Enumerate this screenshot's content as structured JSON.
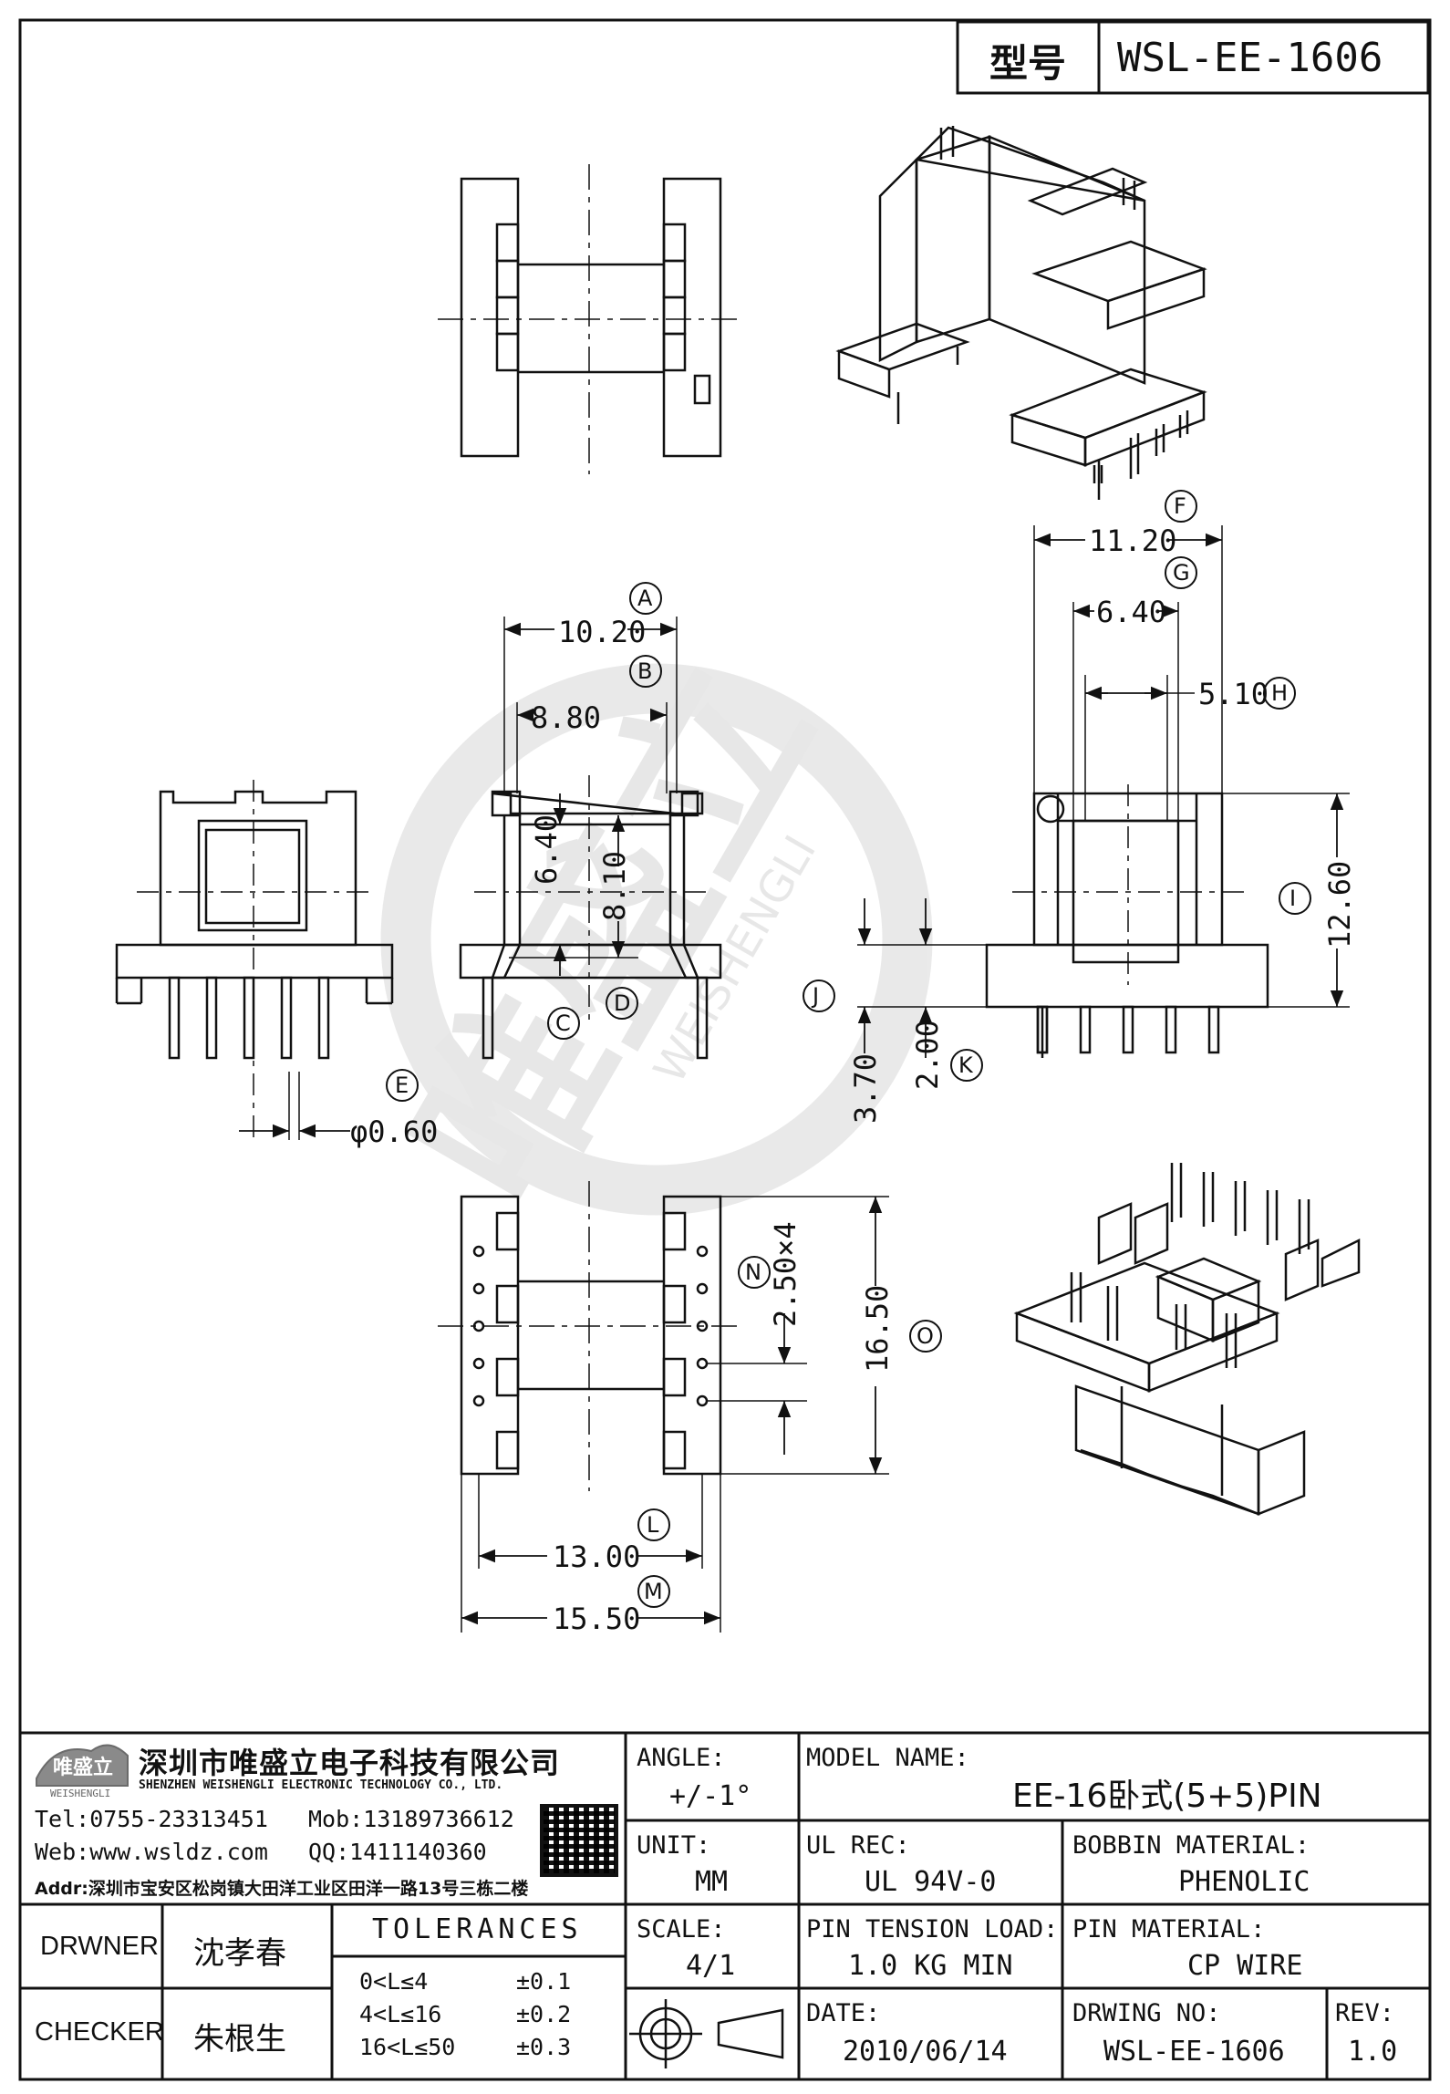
{
  "header": {
    "type_label": "型号",
    "model_code": "WSL-EE-1606"
  },
  "company": {
    "logo_text": "唯盛立",
    "logo_sub": "WEISHENGLI",
    "name_cn": "深圳市唯盛立电子科技有限公司",
    "name_en": "SHENZHEN WEISHENGLI ELECTRONIC TECHNOLOGY CO., LTD.",
    "tel": "Tel:0755-23313451",
    "mob": "Mob:13189736612",
    "web": "Web:www.wsldz.com",
    "qq": "QQ:1411140360",
    "addr": "Addr:深圳市宝安区松岗镇大田洋工业区田洋一路13号三栋二楼"
  },
  "watermark": {
    "cn": "唯盛立",
    "en": "WEISHENGLI"
  },
  "dimensions": {
    "A": {
      "letter": "A",
      "value": "10.20"
    },
    "B": {
      "letter": "B",
      "value": "8.80"
    },
    "C": {
      "letter": "C",
      "value": "6.40"
    },
    "D": {
      "letter": "D",
      "value": "8.10"
    },
    "E": {
      "letter": "E",
      "value": "φ0.60"
    },
    "F": {
      "letter": "F",
      "value": "11.20"
    },
    "G": {
      "letter": "G",
      "value": "6.40"
    },
    "H": {
      "letter": "H",
      "value": "5.10"
    },
    "I": {
      "letter": "I",
      "value": "12.60"
    },
    "J": {
      "letter": "J",
      "value": "3.70"
    },
    "K": {
      "letter": "K",
      "value": "2.00"
    },
    "L": {
      "letter": "L",
      "value": "13.00"
    },
    "M": {
      "letter": "M",
      "value": "15.50"
    },
    "N": {
      "letter": "N",
      "value": "2.50×4"
    },
    "O": {
      "letter": "O",
      "value": "16.50"
    }
  },
  "title_block": {
    "angle_label": "ANGLE:",
    "angle_value": "+/-1°",
    "model_name_label": "MODEL NAME:",
    "model_name_value": "EE-16卧式(5+5)PIN",
    "unit_label": "UNIT:",
    "unit_value": "MM",
    "ul_label": "UL REC:",
    "ul_value": "UL 94V-0",
    "bobbin_label": "BOBBIN MATERIAL:",
    "bobbin_value": "PHENOLIC",
    "scale_label": "SCALE:",
    "scale_value": "4/1",
    "pin_tension_label": "PIN TENSION LOAD:",
    "pin_tension_value": "1.0 KG MIN",
    "pin_material_label": "PIN MATERIAL:",
    "pin_material_value": "CP WIRE",
    "date_label": "DATE:",
    "date_value": "2010/06/14",
    "drawing_no_label": "DRWING NO:",
    "drawing_no_value": "WSL-EE-1606",
    "rev_label": "REV:",
    "rev_value": "1.0",
    "drawer_label": "DRWNER",
    "drawer_name": "沈孝春",
    "checker_label": "CHECKER",
    "checker_name": "朱根生",
    "tolerances_label": "TOLERANCES",
    "tolerances": [
      {
        "range": "0<L≤4",
        "value": "±0.1"
      },
      {
        "range": "4<L≤16",
        "value": "±0.2"
      },
      {
        "range": "16<L≤50",
        "value": "±0.3"
      }
    ]
  }
}
